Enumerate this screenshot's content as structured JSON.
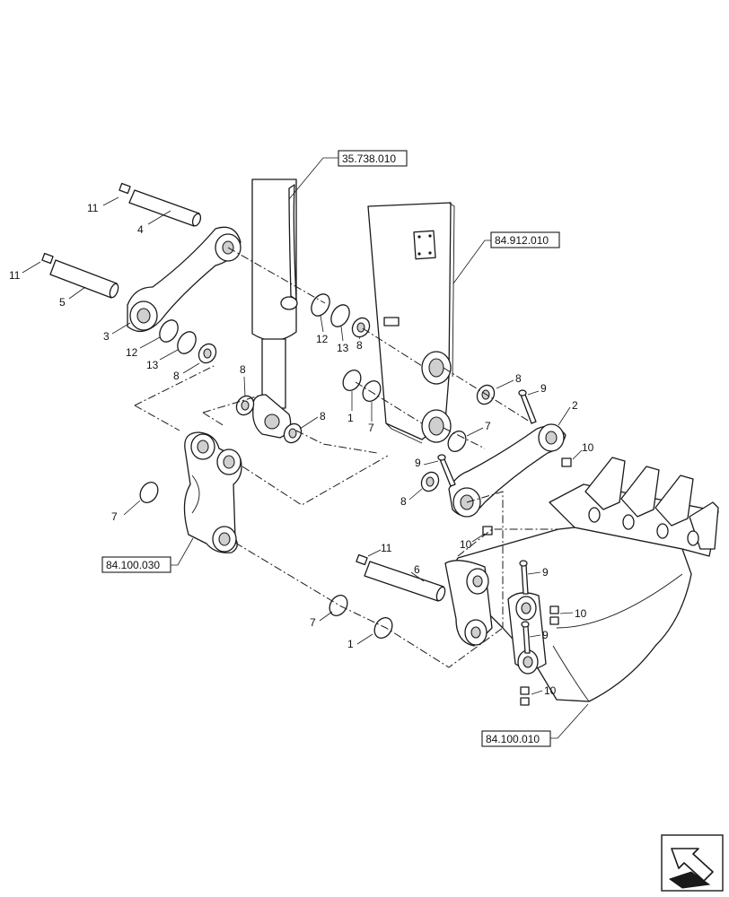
{
  "references": [
    {
      "id": "ref-35738010",
      "label": "35.738.010"
    },
    {
      "id": "ref-84912010",
      "label": "84.912.010"
    },
    {
      "id": "ref-84100030",
      "label": "84.100.030"
    },
    {
      "id": "ref-84100010",
      "label": "84.100.010"
    }
  ],
  "callouts": [
    "11",
    "4",
    "11",
    "5",
    "3",
    "12",
    "13",
    "8",
    "8",
    "8",
    "12",
    "13",
    "8",
    "1",
    "7",
    "8",
    "9",
    "2",
    "7",
    "9",
    "10",
    "8",
    "10",
    "7",
    "11",
    "6",
    "9",
    "10",
    "9",
    "7",
    "1",
    "10"
  ],
  "nav": {
    "icon": "next-page-arrow-icon"
  }
}
